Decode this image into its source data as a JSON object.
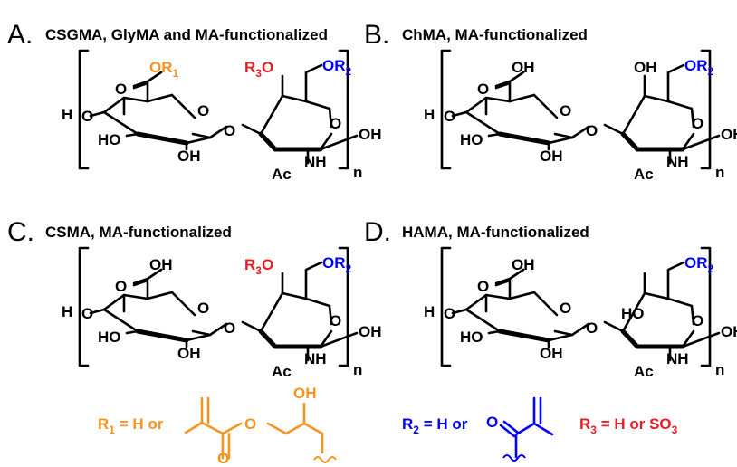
{
  "panels": [
    {
      "id": "A",
      "letter": "A.",
      "title": "CSGMA, GlyMA and MA-functionalized",
      "substituents": {
        "carboxyl": {
          "label": "OR",
          "index": "1",
          "color": "#f7941d"
        },
        "c4": {
          "label": "O",
          "prefix": "R",
          "prefix_index": "3",
          "color": "#ed1c24"
        },
        "c6": {
          "label": "OR",
          "index": "2",
          "color": "#0000ff"
        }
      }
    },
    {
      "id": "B",
      "letter": "B.",
      "title": "ChMA, MA-functionalized",
      "substituents": {
        "carboxyl": {
          "label": "OH",
          "color": "#000000"
        },
        "c4": {
          "label": "OH",
          "color": "#000000"
        },
        "c6": {
          "label": "OR",
          "index": "2",
          "color": "#0000ff"
        }
      }
    },
    {
      "id": "C",
      "letter": "C.",
      "title": "CSMA, MA-functionalized",
      "substituents": {
        "carboxyl": {
          "label": "OH",
          "color": "#000000"
        },
        "c4": {
          "label": "O",
          "prefix": "R",
          "prefix_index": "3",
          "color": "#ed1c24"
        },
        "c6": {
          "label": "OR",
          "index": "2",
          "color": "#0000ff"
        }
      }
    },
    {
      "id": "D",
      "letter": "D.",
      "title": "HAMA, MA-functionalized",
      "substituents": {
        "carboxyl": {
          "label": "OH",
          "color": "#000000"
        },
        "c4": {
          "label": "HO",
          "color": "#000000"
        },
        "c6": {
          "label": "OR",
          "index": "2",
          "color": "#0000ff"
        }
      }
    }
  ],
  "common_atoms": {
    "h_end": "H",
    "o_ring": "O",
    "oh": "OH",
    "ho": "HO",
    "o_carbonyl": "O",
    "ac": "Ac",
    "nh": "NH",
    "repeat": "n"
  },
  "legend": {
    "r1": {
      "label": "R",
      "index": "1",
      "rest": " = H or",
      "color": "#f7941d",
      "atoms": [
        "O",
        "O",
        "OH"
      ]
    },
    "r2": {
      "label": "R",
      "index": "2",
      "rest": " = H or",
      "color": "#0000ff",
      "atoms": [
        "O"
      ]
    },
    "r3": {
      "label": "R",
      "index": "3",
      "rest": " = H or SO",
      "rest_index": "3",
      "color": "#ed1c24"
    }
  }
}
